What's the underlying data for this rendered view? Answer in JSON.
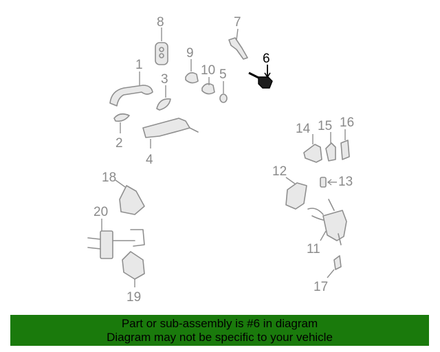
{
  "colors": {
    "banner_bg": "#1a7a0c",
    "part": "#8f8f8f",
    "highlight": "#000000"
  },
  "callouts": {
    "c1": "1",
    "c2": "2",
    "c3": "3",
    "c4": "4",
    "c5": "5",
    "c6": "6",
    "c7": "7",
    "c8": "8",
    "c9": "9",
    "c10": "10",
    "c11": "11",
    "c12": "12",
    "c13": "13",
    "c14": "14",
    "c15": "15",
    "c16": "16",
    "c17": "17",
    "c18": "18",
    "c19": "19",
    "c20": "20"
  },
  "banner": {
    "line1": "Part or sub-assembly is #6 in diagram",
    "line2": "Diagram may not be specific to your vehicle"
  }
}
